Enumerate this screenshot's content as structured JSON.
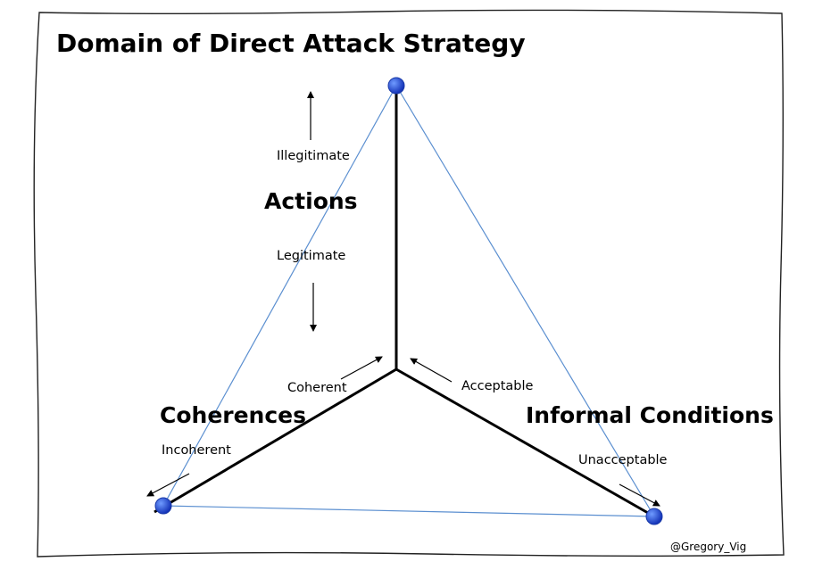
{
  "title": "Domain of Direct Attack Strategy",
  "axes": {
    "actions": {
      "name": "Actions",
      "pole_high": "Illegitimate",
      "pole_low": "Legitimate"
    },
    "coherences": {
      "name": "Coherences",
      "pole_inner": "Coherent",
      "pole_outer": "Incoherent"
    },
    "informal_conditions": {
      "name": "Informal Conditions",
      "pole_inner": "Acceptable",
      "pole_outer": "Unacceptable"
    }
  },
  "credit": "@Gregory_Vig",
  "colors": {
    "vertex": "#1f4fd6",
    "triangle_edge": "#5b8fd0",
    "axis_line": "#000000",
    "frame": "#222222"
  }
}
